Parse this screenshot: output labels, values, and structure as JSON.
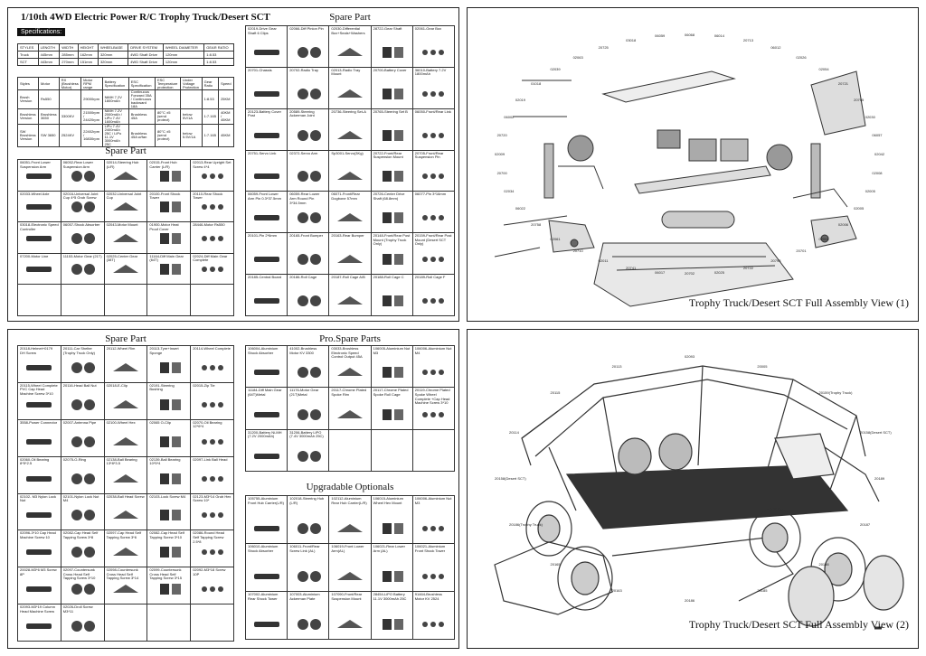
{
  "manual": {
    "title": "1/10th 4WD Electric Power R/C Trophy Truck/Desert SCT",
    "spec_label": "Specifications:",
    "spec_table": {
      "headers": [
        "STYLES",
        "LENGTH",
        "WIDTH",
        "HEIGHT",
        "WHEELBASE",
        "DRIVE SYSTEM",
        "WHEEL DIAMETER",
        "GEAR RATIO"
      ],
      "rows": [
        [
          "Truck",
          "445mm",
          "285mm",
          "162mm",
          "320mm",
          "4WD Shaft Drive",
          "120mm",
          "1:8.53"
        ],
        [
          "SCT",
          "443mm",
          "270mm",
          "151mm",
          "320mm",
          "4WD Shaft Drive",
          "120mm",
          "1:8.53"
        ]
      ]
    },
    "version_table": {
      "headers": [
        "Styles",
        "Motor",
        "RX (Brushless Motor)",
        "Motor RPM range",
        "Battery Specification",
        "ESC Specification",
        "ESC Temperature protection",
        "Under Voltage Protection",
        "Gear Ratio",
        "Speed"
      ],
      "rows": [
        [
          "Brush Version",
          "Rs550",
          "",
          "29000rpm",
          "NiMH 7.2V 1800mAh",
          "Continuous Forward 35A / Continuous backward 18A",
          "",
          "",
          "1:8.53",
          "25KM"
        ],
        [
          "Brushless Version",
          "Brushless 3650",
          "3300KV",
          "21500rpm / 24420rpm",
          "NiMH 7.2V 2000mAh / LiPo 7.4V 1600mAh",
          "Brushless 45A",
          "80°C ±5 (send protect)",
          "below 5V/1A",
          "1:7.165",
          "40KM / 45KM"
        ],
        [
          "SW Brushless Version",
          "SW 3650",
          "2524KV",
          "22402rpm / 16830rpm",
          "LiPo 7.4V 2400mAh 25C / LiPo 11.1V 3000mAh 25C",
          "Brushless 45A w/fan",
          "80°C ±5 (send protect)",
          "below 5.5V/1A",
          "1:7.165",
          "45KM"
        ]
      ]
    },
    "spare_part_title_1": "Spare Part",
    "spare_part_title_2": "Spare Part",
    "spare_part_title_3": "Spare Part",
    "pro_spare_title": "Pro.Spare Parts",
    "upgradable_title": "Upgradable Optionals",
    "parts_grid_1": [
      "06051-Front Lower Suspension Arm",
      "06052-Rear Lower Suspension Arm",
      "02014-Steering Hub (L/R)",
      "02015-Front Hub Carrier (L/R)",
      "02013-Rear Upright Set Screw 4*4",
      "02033-Wheel Axle",
      "02016-Universal Joint Cup 4*5 Grub Screw",
      "02032-Universal Joint Cup",
      "20100-Front Shock Tower",
      "20110-Rear Shock Tower",
      "03018-Electronic Speed Controller",
      "06057-Shock Absorber",
      "02043-Motor Mount",
      "01900-Motor Heat Proof Cover",
      "28446-Motor Rs550",
      "07200-Motor Line",
      "11153-Motor Gear (21T)",
      "02025-Center Gear (38T)",
      "11164-Diff Main Gear (64T)",
      "02024-Diff Main Gear Complete",
      "",
      "",
      "",
      "",
      ""
    ],
    "parts_grid_2": [
      "02019-Drive Gear Shaft 6 Clips",
      "02066-Diff Pinion Pin",
      "02030-Differential Box+Seals+Washers",
      "28722-Gear Shaft",
      "02061-Gear Box",
      "20701-Chassis",
      "20702-Radio Tray",
      "02013-Radio Tray Mount",
      "20700-Battery Cover",
      "36010-Battery 7.2V 1800mAh",
      "20123-Battery Cover Post",
      "20589-Steering Ackerman Joint",
      "20736-Steering Set-A",
      "20765-Steering Set B",
      "06050-Front/Rear Link",
      "20751-Servo Link",
      "02372-Servo Arm",
      "Sp3001-Servo(3Kg)",
      "20722-Front/Rear Suspension Mount",
      "20705-Front/Rear Suspension Pin",
      "06059-Front Lower Arm Pin 0.3*37.5mm",
      "06059-Rear Lower Arm Round Pin 3*34.5mm",
      "06071-Front/Rear Dogbone 57mm",
      "20726-Center Drive Shaft (68.8mm)",
      "06077-Pin 3*16mm",
      "20101-Pin 2*6mm",
      "20165-Front Bumper",
      "20163-Rear Bumper",
      "20148-Front/Rear Post Mount (Trophy Truck Only)",
      "20159-Front/Rear Post Mount (Desert SCT Only)",
      "20185-Central Board",
      "20186-Roll Cage",
      "20187-Roll Cage A/B",
      "20188-Roll Cage C",
      "20189-Roll Cage F"
    ],
    "parts_grid_3": [
      "20118-Helmet+0179 DH Screw",
      "20111-Car Shelter (Trophy Truck Only)",
      "20112-Wheel Rim",
      "20113-Tyre+Insert Sponge",
      "20114-Wheel Complete",
      "20115-Wheel Complete PVC Cap Head Machine Screw 3*10",
      "20116-Head Ball Nut",
      "02018-E-Clip",
      "02191-Steering Bushing",
      "02015-Zip Tie",
      "3558-Power Connector",
      "02007-Antenna Pipe",
      "02100-Wheel Hex",
      "02065 O-Clip",
      "02070-Oil Bearing 12*6*4",
      "02060-Oil Bearing 8*5*2.5",
      "02075-O-Ring",
      "02138-Ball Bearing 13*8*3.5",
      "02139-Ball Bearing 10*5*4",
      "02097-Link Ball Head",
      "02102- M3 Nylon Lock Nut",
      "02101-Nylon Lock Nut M4",
      "02038-Ball Head Screw",
      "02103-Lock Screw M4",
      "02123-M3*14 Grub Hex Screw 10*",
      "02096-3*10 Cap Head Machine Screw 10",
      "02082-Cap Head Self Tapping Screw 3*8",
      "02097-Cap Head Self Tapping Screw 3*6",
      "02082-Cap Head Self Tapping Screw 3*10",
      "02086-Round Head Self Tapping Screw 2.5*8",
      "20028-M3*6 M3 Screw 8P",
      "02097-Countersunk Cross Head Self Tapping Screw 3*10",
      "02098-Countersunk Cross Head Self Tapping Screw 3*14",
      "02099-Countersunk Cross Head Self Tapping Screw 3*15",
      "02092-M3*18 Screw 10P",
      "02093-M3*19 Column Head Machine Screw",
      "02026-Droll Screw M3*11",
      "",
      "",
      ""
    ],
    "pro_grid": [
      "106004-Aluminium Shock Absorber",
      "41002-Brushless Motor KV 3300",
      "03033-Brushless Electronic Speed Control Output 45A",
      "106005-Aluminium Nut M3",
      "106006-Aluminium Nut M4",
      "11184-Diff Main Gear (64T)Metal",
      "11176-Motor Gear (21T)Metal",
      "20117-Chrome Plated Spoke Rim",
      "20117-Chrome Plated Spoke Roll Cage",
      "20119-Chrome Plated Spoke Wheel Complete +Cap Head Machine Screw 3*10",
      "31200-Battery Ni-MH (7.2V 2000mAh)",
      "31206-Battery LiPO (7.4V 3000mAh 25C)",
      "",
      "",
      ""
    ],
    "upg_grid": [
      "105755-Aluminium Front Hub Carrier(L/R)",
      "102018-Steering Hub (L/R)",
      "102112-Aluminium Rear Hub Carrier(L/R)",
      "106015-Aluminium Wheel Hex Mount",
      "106006-Aluminium Nut M3",
      "106010-Aluminium Shock Absorber",
      "106011-Front/Rear Screw Link (AL)",
      "106019-Front Lower Arm(AL)",
      "106021-Rear Lower Arm (AL)",
      "106021-Aluminium Front Shock Tower",
      "107002-Aluminium Rear Shock Tower",
      "107003-Aluminium Ackerman Plate",
      "107090-Front/Rear Suspension Mount",
      "28454-LiPO Battery 11.1V 3000mAh 25C",
      "91464-Brushless Motor KV 2524"
    ],
    "view1_caption": "Trophy Truck/Desert SCT Full Assembly View (1)",
    "view2_caption": "Trophy Truck/Desert SCT Full Assembly View (2)",
    "view1_callouts": [
      "02042",
      "02008",
      "02005",
      "02005",
      "02006",
      "02004",
      "20701",
      "20793",
      "20722",
      "02025",
      "20702",
      "06017",
      "20741",
      "02011",
      "20710",
      "02061",
      "20758",
      "06022",
      "02034",
      "20700",
      "02009",
      "20720",
      "06002",
      "02019",
      "01018",
      "02039",
      "02063",
      "20725",
      "03018",
      "06059",
      "06068",
      "06014",
      "20713",
      "06012",
      "02026",
      "02054",
      "20721",
      "20705",
      "02030",
      "06057"
    ],
    "view2_callouts": [
      "20189",
      "20187",
      "20188",
      "20185",
      "20186",
      "20163",
      "20165",
      "20186(Trophy Truck)",
      "20158(Desert SCT)",
      "20114",
      "20115",
      "20113",
      "02093",
      "20005",
      "20159(Trophy Truck)",
      "20158(Desert SCT)"
    ]
  }
}
